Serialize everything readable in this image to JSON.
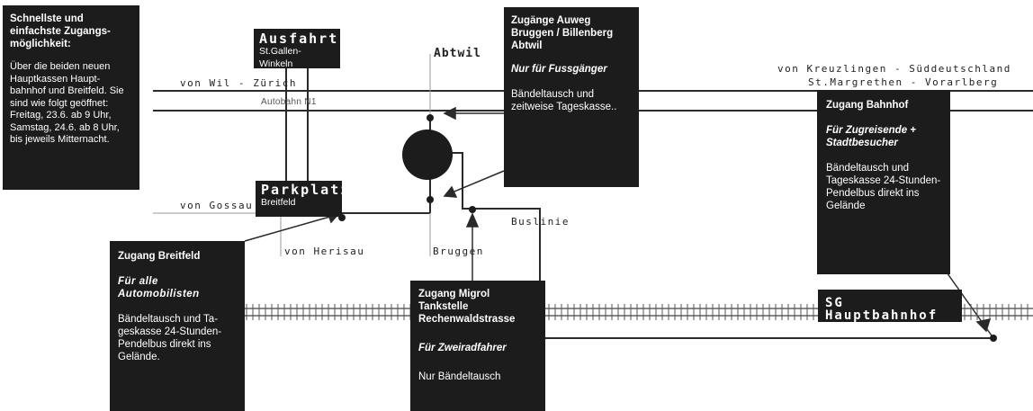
{
  "info_box": {
    "heading": "Schnellste und einfachste Zugangs-möglichkeit:",
    "body": "Über die beiden neuen Hauptkassen Haupt-bahnhof und Breitfeld. Sie sind wie folgt geöffnet: Freitag, 23.6. ab 9 Uhr, Samstag, 24.6. ab 8 Uhr, bis jeweils Mitternacht."
  },
  "ausfahrt": {
    "title": "Ausfahrt",
    "subtitle": "St.Gallen-Winkeln"
  },
  "parkplatz": {
    "title": "Parkplatz",
    "subtitle": "Breitfeld"
  },
  "hauptbahnhof": {
    "title": "SG Hauptbahnhof"
  },
  "zugang_auweg": {
    "title": "Zugänge Auweg Bruggen / Billenberg Abtwil",
    "subtitle": "Nur für Fussgänger",
    "body": "Bändeltausch und zeitweise Tageskasse.."
  },
  "zugang_bahnhof": {
    "title": "Zugang Bahnhof",
    "subtitle": "Für Zugreisende + Stadtbesucher",
    "body": "Bändeltausch und Tageskasse 24-Stunden-Pendelbus direkt ins Gelände"
  },
  "zugang_breitfeld": {
    "title": "Zugang Breitfeld",
    "subtitle": "Für alle Automobilisten",
    "body": "Bändeltausch und Ta-geskasse 24-Stunden-Pendelbus direkt ins Gelände."
  },
  "zugang_migrol": {
    "title": "Zugang Migrol Tankstelle Rechenwaldstrasse",
    "subtitle": "Für Zweiradfahrer",
    "body": "Nur Bändeltausch"
  },
  "labels": {
    "von_wil": "von Wil - Zürich",
    "autobahn": "Autobahn N1",
    "abtwil": "Abtwil",
    "von_kreuzlingen": "von Kreuzlingen - Süddeutschland",
    "st_margrethen": "St.Margrethen - Vorarlberg",
    "von_gossau": "von Gossau",
    "von_herisau": "von Herisau",
    "bruggen": "Bruggen",
    "buslinie": "Buslinie"
  },
  "colors": {
    "box": "#1c1c1c",
    "line": "#2a2a2a",
    "light_line": "#9a9a9a",
    "text": "#ffffff"
  }
}
